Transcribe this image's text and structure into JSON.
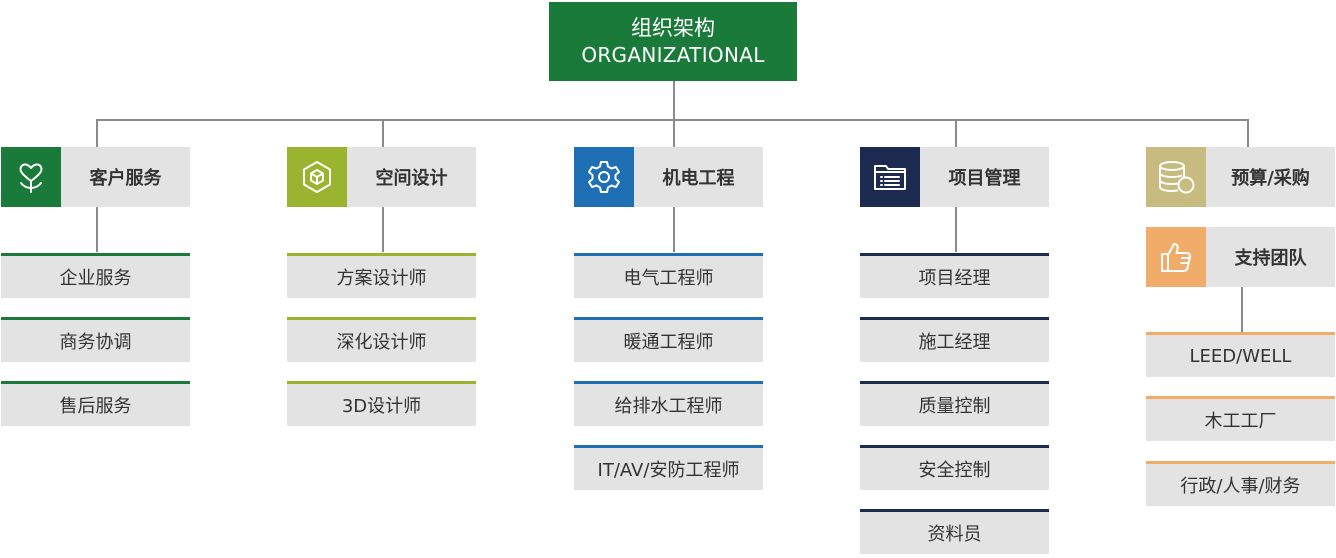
{
  "root": {
    "title_cn": "组织架构",
    "title_en": "ORGANIZATIONAL",
    "color": "#1a7a3a"
  },
  "departments": [
    {
      "label": "客户服务",
      "icon": "heart-plant-icon",
      "color": "#1a7a3a",
      "items": [
        "企业服务",
        "商务协调",
        "售后服务"
      ]
    },
    {
      "label": "空间设计",
      "icon": "cube-icon",
      "color": "#9bb42f",
      "items": [
        "方案设计师",
        "深化设计师",
        "3D设计师"
      ]
    },
    {
      "label": "机电工程",
      "icon": "gear-icon",
      "color": "#1f6fb4",
      "items": [
        "电气工程师",
        "暖通工程师",
        "给排水工程师",
        "IT/AV/安防工程师"
      ]
    },
    {
      "label": "项目管理",
      "icon": "folder-list-icon",
      "color": "#1c2a4f",
      "items": [
        "项目经理",
        "施工经理",
        "质量控制",
        "安全控制",
        "资料员"
      ]
    },
    {
      "label": "预算/采购",
      "icon": "coins-stack-icon",
      "color": "#c8bb7f",
      "items": []
    },
    {
      "label": "支持团队",
      "icon": "thumbs-up-icon",
      "color": "#f2ac6a",
      "items": [
        "LEED/WELL",
        "木工工厂",
        "行政/人事/财务"
      ]
    }
  ]
}
